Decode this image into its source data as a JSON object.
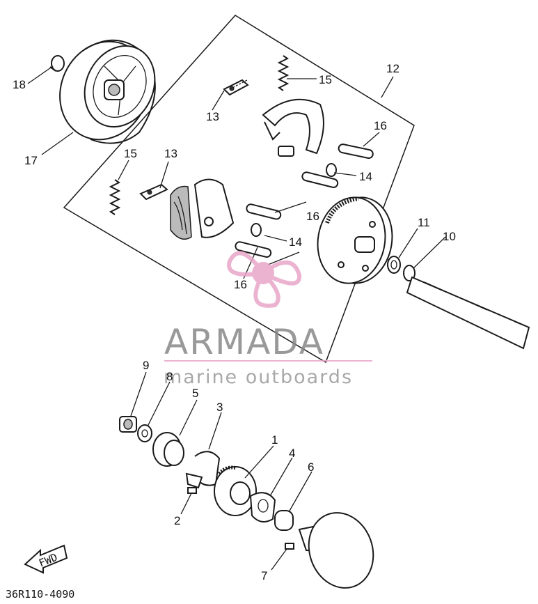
{
  "callouts": {
    "c1": "1",
    "c2": "2",
    "c3": "3",
    "c4": "4",
    "c5": "5",
    "c6": "6",
    "c7": "7",
    "c8": "8",
    "c9": "9",
    "c10": "10",
    "c11": "11",
    "c12": "12",
    "c13a": "13",
    "c13b": "13",
    "c14a": "14",
    "c14b": "14",
    "c15a": "15",
    "c15b": "15",
    "c16a": "16",
    "c16b": "16",
    "c16c": "16",
    "c17": "17",
    "c18": "18"
  },
  "watermark": {
    "brand": "ARMADA",
    "tagline": "marine outboards",
    "brand_color": "#888888",
    "accent_color": "#e8a6c8"
  },
  "drawing_code": "36R110-4090",
  "fwd_label": "FWD"
}
